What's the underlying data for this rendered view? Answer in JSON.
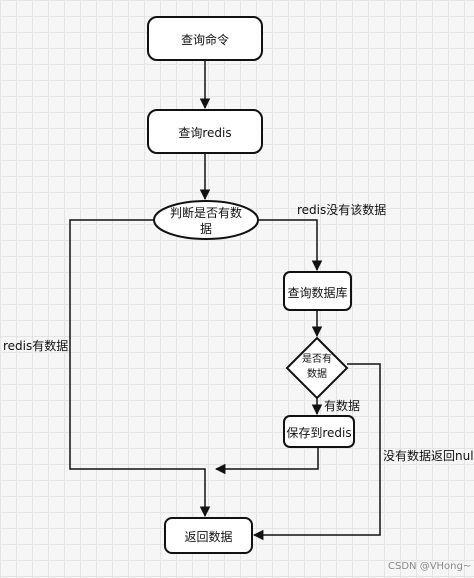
{
  "nodes": {
    "query_command": "查询命令",
    "query_redis": "查询redis",
    "check_data": "判断是否有数据",
    "query_db": "查询数据库",
    "check_db_data": "是否有数据",
    "save_redis": "保存到redis",
    "return_data": "返回数据"
  },
  "edges": {
    "redis_no_data": "redis没有该数据",
    "redis_has_data": "redis有数据",
    "has_data": "有数据",
    "no_data_return_null": "没有数据返回null"
  },
  "watermark": "CSDN @VHong~"
}
